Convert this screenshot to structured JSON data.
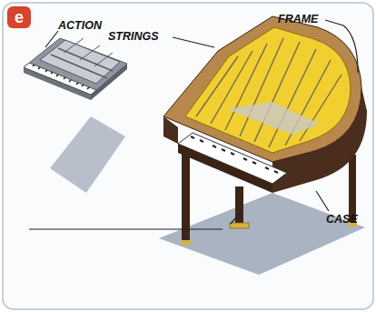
{
  "diagram": {
    "nodes": [
      {
        "text": [
          "e"
        ]
      }
    ],
    "labels": [
      "ACTION",
      "STRINGS",
      "FRAME",
      "CASE"
    ]
  }
}
